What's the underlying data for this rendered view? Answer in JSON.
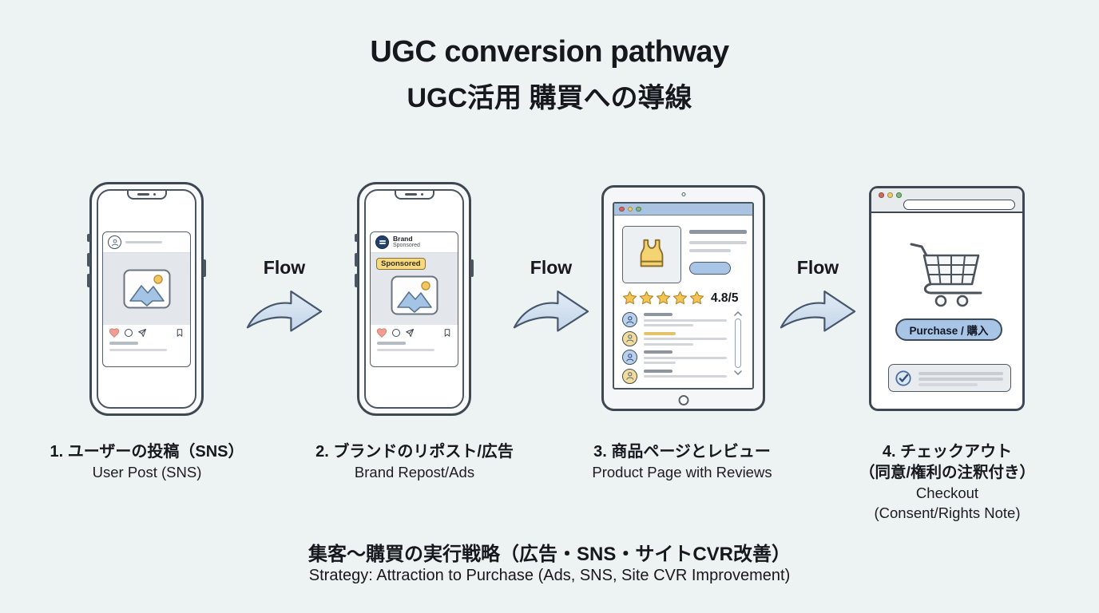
{
  "title": {
    "line1": "UGC conversion pathway",
    "line2": "UGC活用 購買への導線"
  },
  "flow_label": "Flow",
  "stages": [
    {
      "title_ja": "1. ユーザーの投稿（SNS）",
      "title_en": "User Post (SNS)"
    },
    {
      "title_ja": "2. ブランドのリポスト/広告",
      "title_en": "Brand Repost/Ads"
    },
    {
      "title_ja": "3. 商品ページとレビュー",
      "title_en": "Product Page with Reviews"
    },
    {
      "title_ja": "4. チェックアウト",
      "title_ja_note": "（同意/権利の注釈付き）",
      "title_en": "Checkout",
      "title_en_note": "(Consent/Rights Note)"
    }
  ],
  "brand_card": {
    "name": "Brand",
    "subtitle": "Sponsored",
    "badge": "Sponsored"
  },
  "product_page": {
    "rating": "4.8/5",
    "star_count": 5,
    "reviews": [
      {
        "avatar": "blue",
        "highlight": false
      },
      {
        "avatar": "yellow",
        "highlight": true
      },
      {
        "avatar": "blue",
        "highlight": false
      },
      {
        "avatar": "yellow",
        "highlight": false
      }
    ]
  },
  "checkout": {
    "purchase_label": "Purchase / 購入"
  },
  "footer": {
    "line_ja": "集客〜購買の実行戦略（広告・SNS・サイトCVR改善）",
    "line_en": "Strategy: Attraction to Purchase (Ads, SNS, Site CVR Improvement)"
  },
  "colors": {
    "background": "#edf2f3",
    "outline": "#3e4752",
    "accent_blue": "#a9c5e5",
    "arrow_fill": "#d3e1f0",
    "star_yellow": "#f2c655",
    "badge_yellow": "#f6d97e",
    "heart_red": "#ef9d92",
    "navy_logo": "#24416b",
    "tablet_bar_blue": "#a9c3e1"
  }
}
